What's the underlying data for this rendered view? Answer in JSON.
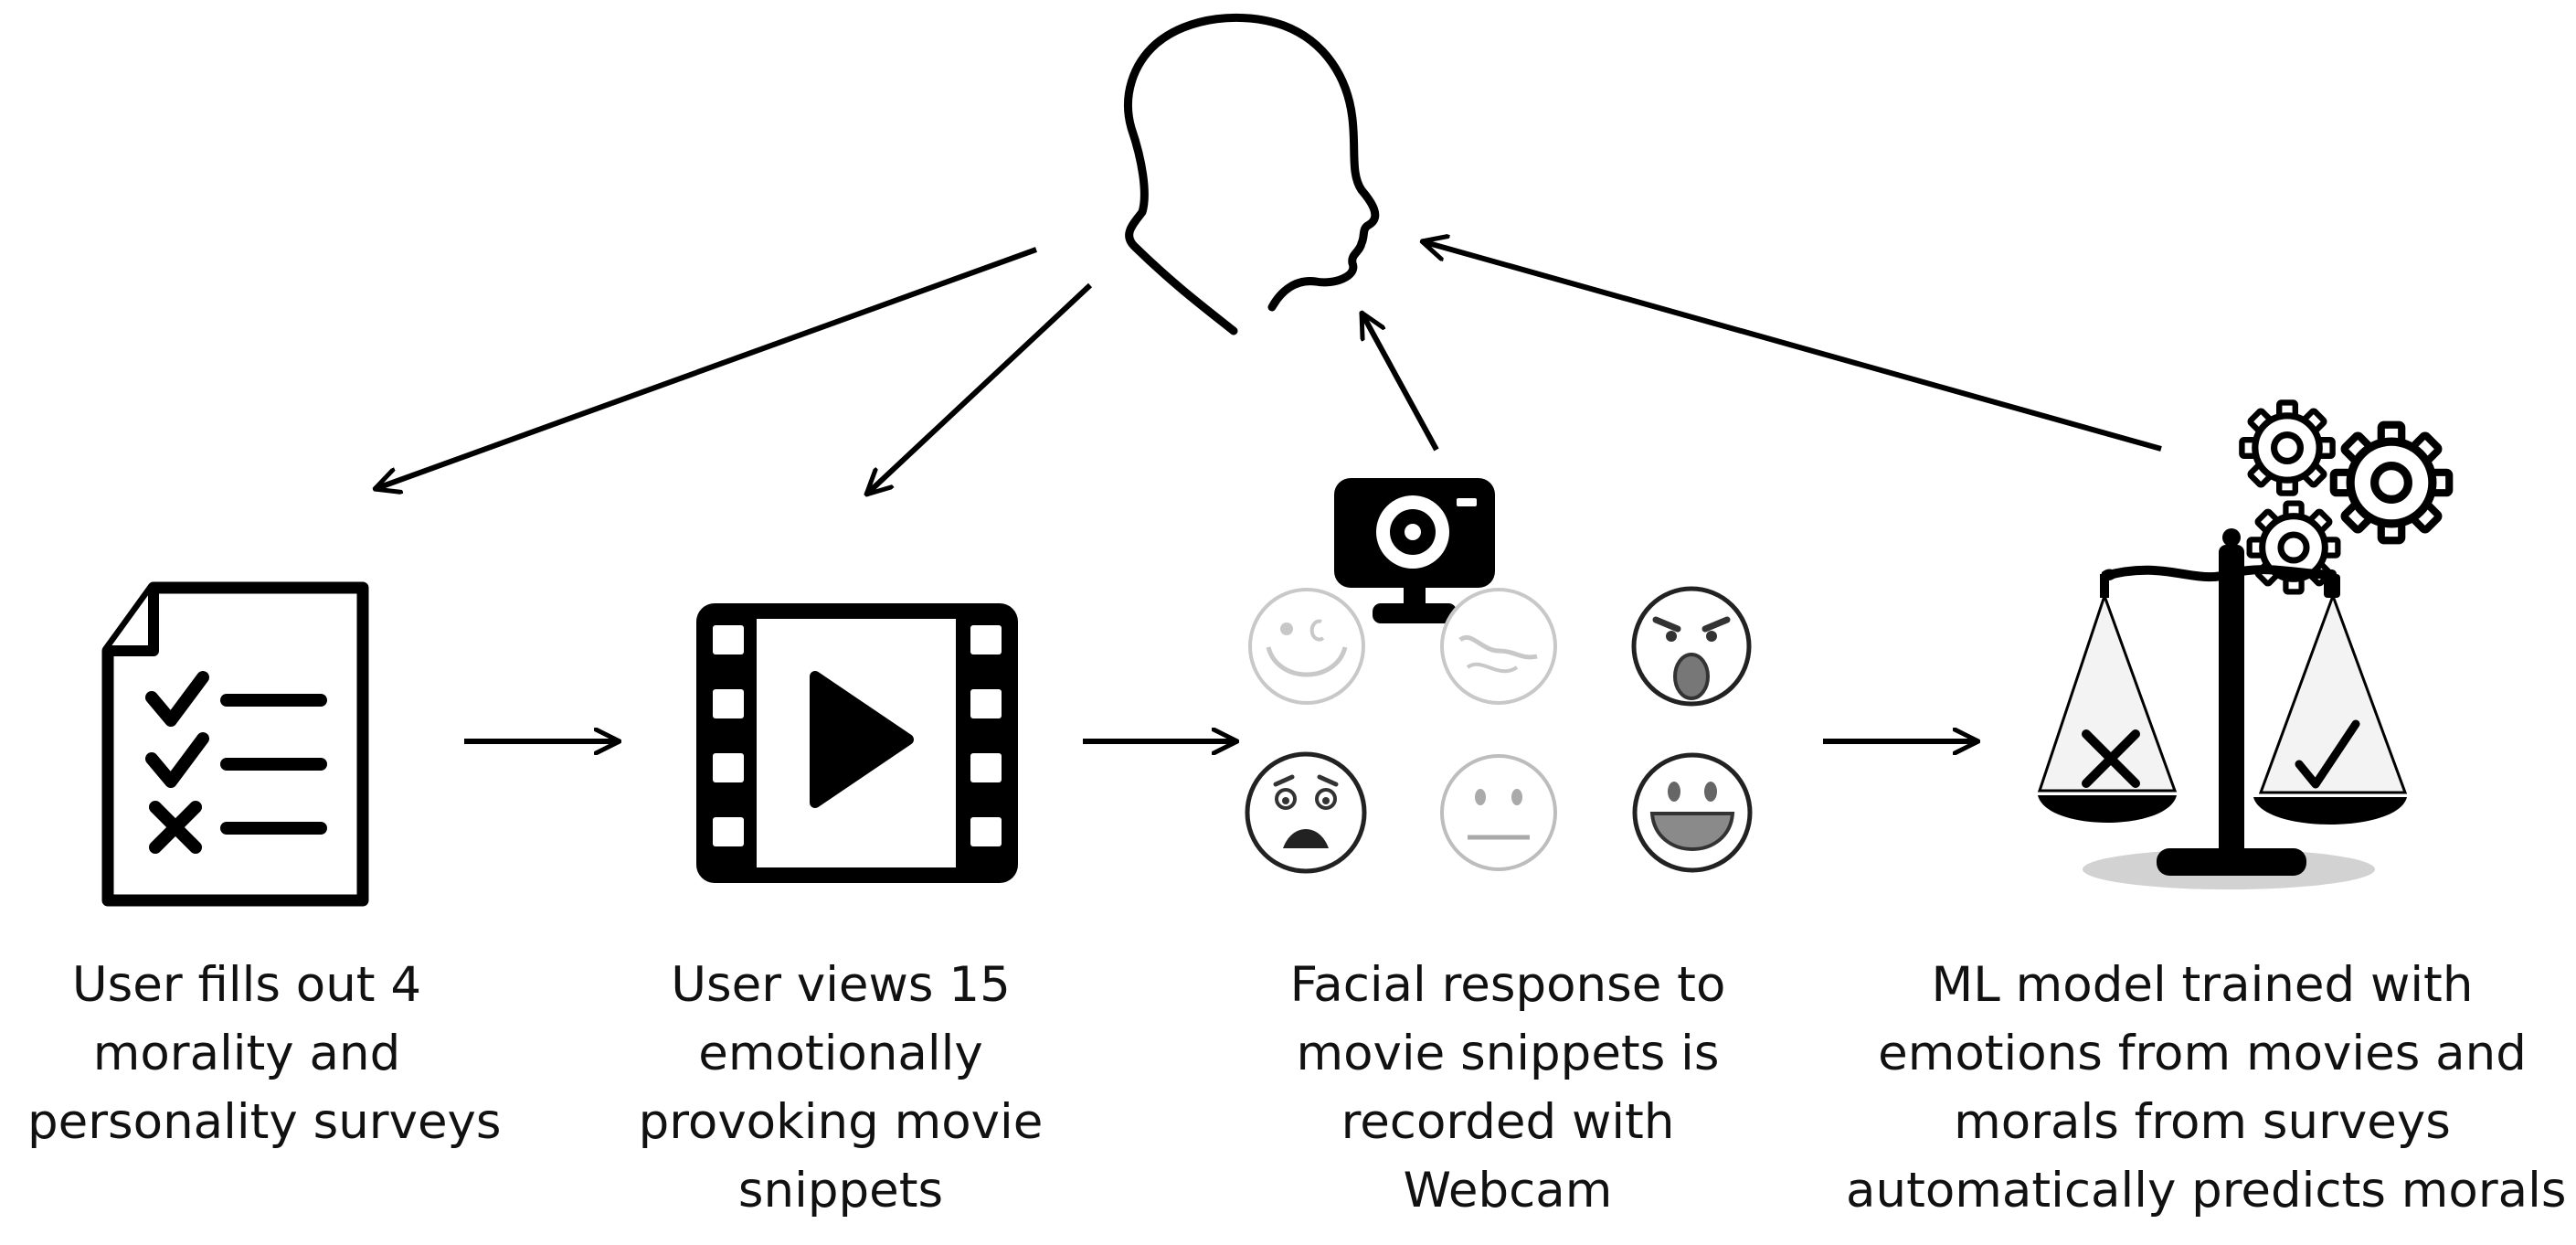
{
  "diagram": {
    "nodes": {
      "person": {
        "icon": "head-silhouette-icon"
      },
      "survey": {
        "icon": "checklist-document-icon",
        "caption": [
          "User fills out 4",
          "morality and",
          "personality surveys"
        ]
      },
      "video": {
        "icon": "film-play-icon",
        "caption": [
          "User views 15",
          "emotionally",
          "provoking movie",
          "snippets"
        ]
      },
      "webcam": {
        "icon": "webcam-icon",
        "emotion_icons": [
          "happy-face-icon",
          "disgust-face-icon",
          "angry-face-icon",
          "sad-face-icon",
          "neutral-face-icon",
          "joy-face-icon"
        ],
        "caption": [
          "Facial response to",
          "movie snippets is",
          "recorded with",
          "Webcam"
        ]
      },
      "model": {
        "icon": "scale-with-gears-icon",
        "caption": [
          "ML model trained with",
          "emotions from movies and",
          "morals from surveys",
          "automatically predicts morals"
        ]
      }
    },
    "edges": [
      {
        "from": "person",
        "to": "survey"
      },
      {
        "from": "person",
        "to": "video"
      },
      {
        "from": "webcam",
        "to": "person"
      },
      {
        "from": "model",
        "to": "person"
      },
      {
        "from": "survey",
        "to": "video"
      },
      {
        "from": "video",
        "to": "webcam"
      },
      {
        "from": "webcam",
        "to": "model"
      }
    ]
  }
}
